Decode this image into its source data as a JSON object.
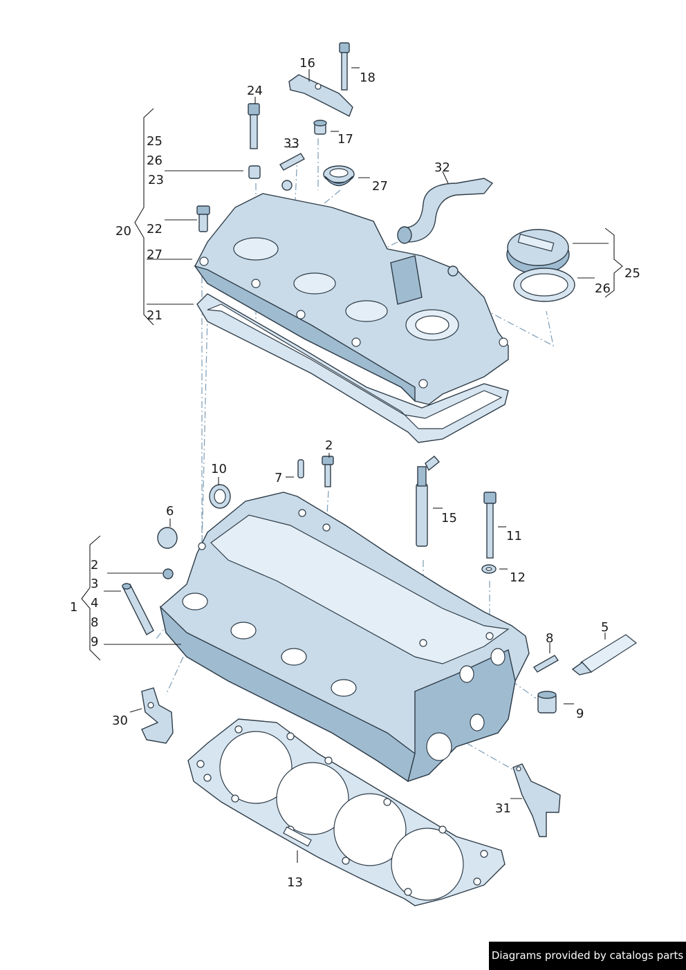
{
  "callouts": {
    "c1": "1",
    "c2a": "2",
    "c2b": "2",
    "c3": "3",
    "c4": "4",
    "c5": "5",
    "c6": "6",
    "c7": "7",
    "c8a": "8",
    "c8b": "8",
    "c9a": "9",
    "c9b": "9",
    "c10": "10",
    "c11": "11",
    "c12": "12",
    "c13": "13",
    "c15": "15",
    "c16": "16",
    "c17": "17",
    "c18": "18",
    "c20": "20",
    "c21": "21",
    "c22": "22",
    "c23": "23",
    "c24": "24",
    "c25a": "25",
    "c25b": "25",
    "c26a": "26",
    "c26b": "26",
    "c27a": "27",
    "c27b": "27",
    "c30": "30",
    "c31": "31",
    "c32": "32",
    "c33": "33"
  },
  "footer": {
    "text": "Diagrams provided by catalogs parts"
  },
  "colors": {
    "part_fill": "#c9dbe8",
    "outline": "#2d3b47",
    "leader": "#1a1a1a",
    "centerline": "#7a9bb5"
  }
}
